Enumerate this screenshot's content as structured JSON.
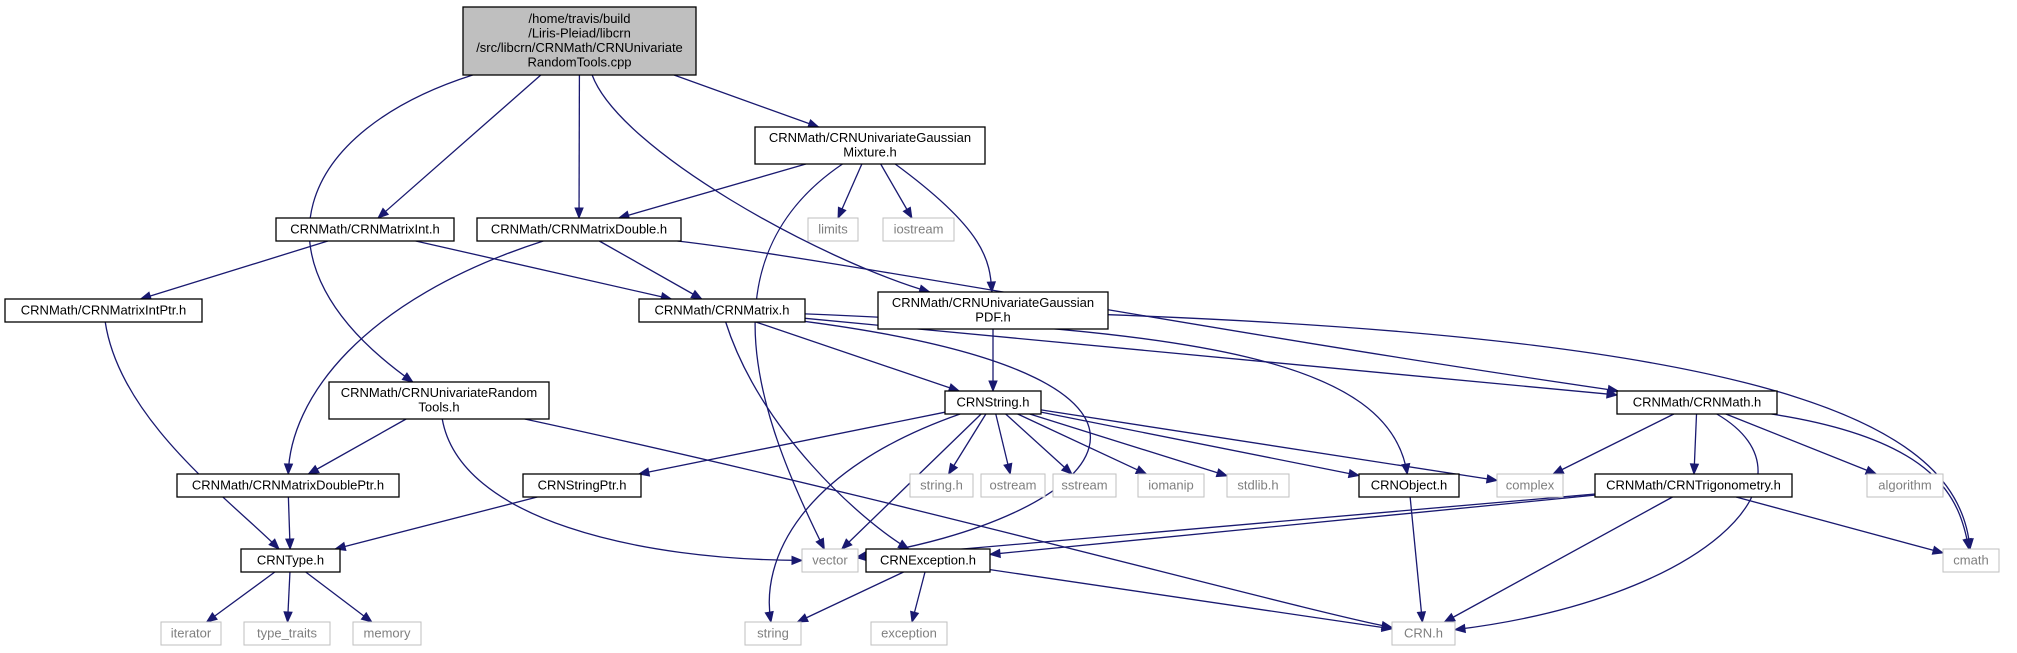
{
  "diagram": {
    "root": {
      "lines": [
        "/home/travis/build",
        "/Liris-Pleiad/libcrn",
        "/src/libcrn/CRNMath/CRNUnivariate",
        "RandomTools.cpp"
      ]
    },
    "nodes": {
      "gm": {
        "lines": [
          "CRNMath/CRNUnivariateGaussian",
          "Mixture.h"
        ]
      },
      "mi": {
        "lines": [
          "CRNMath/CRNMatrixInt.h"
        ]
      },
      "md": {
        "lines": [
          "CRNMath/CRNMatrixDouble.h"
        ]
      },
      "limits": {
        "lines": [
          "limits"
        ]
      },
      "iostream": {
        "lines": [
          "iostream"
        ]
      },
      "mip": {
        "lines": [
          "CRNMath/CRNMatrixIntPtr.h"
        ]
      },
      "mat": {
        "lines": [
          "CRNMath/CRNMatrix.h"
        ]
      },
      "pdf": {
        "lines": [
          "CRNMath/CRNUnivariateGaussian",
          "PDF.h"
        ]
      },
      "urt": {
        "lines": [
          "CRNMath/CRNUnivariateRandom",
          "Tools.h"
        ]
      },
      "str": {
        "lines": [
          "CRNString.h"
        ]
      },
      "math": {
        "lines": [
          "CRNMath/CRNMath.h"
        ]
      },
      "mdp": {
        "lines": [
          "CRNMath/CRNMatrixDoublePtr.h"
        ]
      },
      "sptr": {
        "lines": [
          "CRNStringPtr.h"
        ]
      },
      "stringh": {
        "lines": [
          "string.h"
        ]
      },
      "ostream": {
        "lines": [
          "ostream"
        ]
      },
      "sstream": {
        "lines": [
          "sstream"
        ]
      },
      "iomanip": {
        "lines": [
          "iomanip"
        ]
      },
      "stdlib": {
        "lines": [
          "stdlib.h"
        ]
      },
      "obj": {
        "lines": [
          "CRNObject.h"
        ]
      },
      "complex": {
        "lines": [
          "complex"
        ]
      },
      "trig": {
        "lines": [
          "CRNMath/CRNTrigonometry.h"
        ]
      },
      "algorithm": {
        "lines": [
          "algorithm"
        ]
      },
      "type": {
        "lines": [
          "CRNType.h"
        ]
      },
      "vector": {
        "lines": [
          "vector"
        ]
      },
      "exc": {
        "lines": [
          "CRNException.h"
        ]
      },
      "cmath": {
        "lines": [
          "cmath"
        ]
      },
      "iterator": {
        "lines": [
          "iterator"
        ]
      },
      "type_traits": {
        "lines": [
          "type_traits"
        ]
      },
      "memory": {
        "lines": [
          "memory"
        ]
      },
      "string": {
        "lines": [
          "string"
        ]
      },
      "exception": {
        "lines": [
          "exception"
        ]
      },
      "crn": {
        "lines": [
          "CRN.h"
        ]
      }
    },
    "colors": {
      "edge": "#191970",
      "root_fill": "#bfbfbf",
      "header_border": "#000000",
      "system_border": "#bfbfbf",
      "system_text": "#7f7f7f"
    }
  }
}
